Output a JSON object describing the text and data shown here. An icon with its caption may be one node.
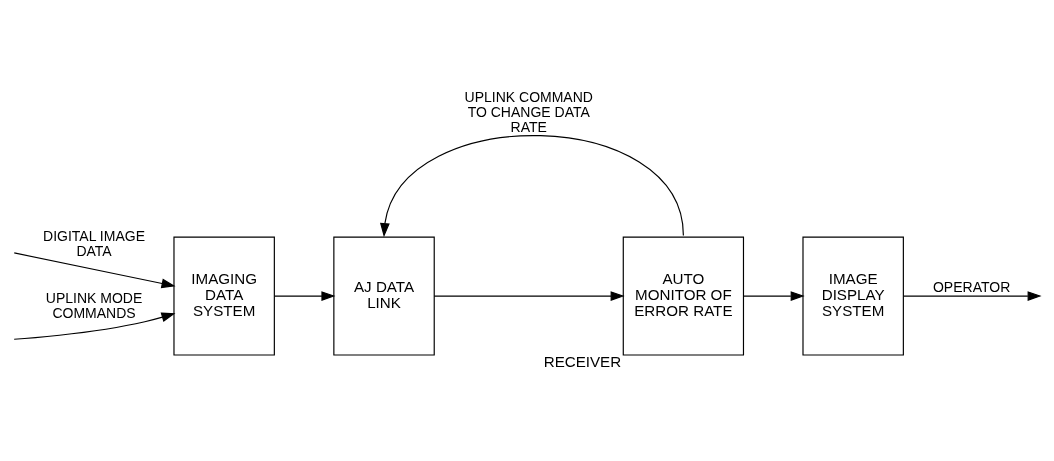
{
  "diagram": {
    "nodes": [
      {
        "text": [
          "IMAGING DATA SYSTEM"
        ]
      },
      {
        "text": [
          "AJ DATA LINK"
        ]
      },
      {
        "text": [
          "AUTO MONITOR OF ERROR RATE"
        ],
        "beside": [
          "RECEIVER"
        ]
      },
      {
        "text": [
          "IMAGE DISPLAY SYSTEM"
        ]
      }
    ],
    "edges": [
      {
        "from": null,
        "to": 0,
        "arrow": "to",
        "label": "DIGITAL IMAGE DATA"
      },
      {
        "from": 0,
        "to": 1,
        "arrow": "to"
      },
      {
        "from": 1,
        "to": 2,
        "arrow": "to"
      },
      {
        "from": 2,
        "to": 3,
        "arrow": "to"
      },
      {
        "from": 3,
        "to": null,
        "arrow": "to",
        "label": "OPERATOR"
      },
      {
        "from": 2,
        "to": 1,
        "arrow": "to",
        "label": "UPLINK COMMAND TO CHANGE DATA RATE"
      },
      {
        "from": null,
        "to": 0,
        "arrow": "to",
        "label": "UPLINK MODE COMMANDS"
      }
    ]
  }
}
